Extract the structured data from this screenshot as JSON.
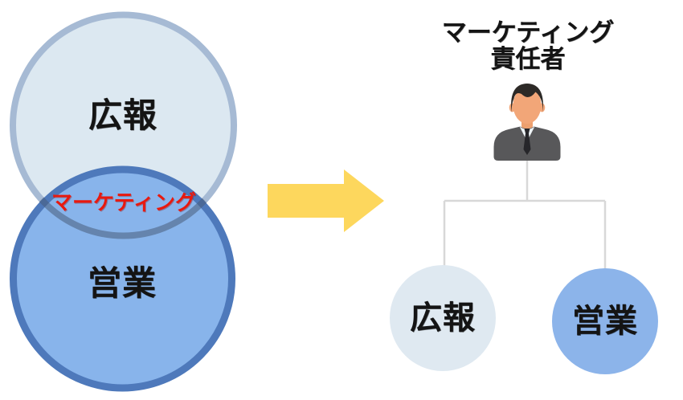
{
  "diagram": {
    "venn": {
      "top_circle": {
        "label": "広報",
        "fill": "#dce8f1",
        "stroke": "#a6bad4"
      },
      "bottom_circle": {
        "label": "営業",
        "fill": "#88b4eb",
        "stroke": "#4e79bb"
      },
      "overlap": {
        "label": "マーケティング",
        "text_color": "#e8190f",
        "arc_color": "rgba(72,92,122,0.55)"
      }
    },
    "arrow": {
      "direction": "right",
      "color": "#fdd75d"
    },
    "org_chart": {
      "manager": {
        "title_line1": "マーケティング",
        "title_line2": "責任者",
        "icon": "businessman-icon"
      },
      "connector_color": "#d8d8d8",
      "children": [
        {
          "label": "広報",
          "fill": "#dfe9f1"
        },
        {
          "label": "営業",
          "fill": "#8cb4ea"
        }
      ]
    }
  }
}
